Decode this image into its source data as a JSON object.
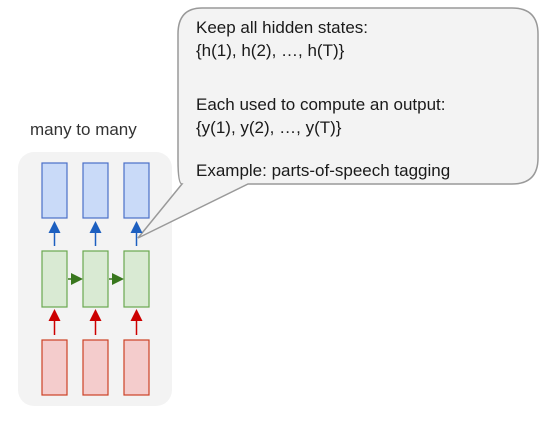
{
  "diagram": {
    "title": "many to many",
    "callout": {
      "lines": [
        "Keep all hidden states:",
        "{h(1), h(2), …, h(T)}",
        "Each used to compute an output:",
        "{y(1), y(2), …, y(T)}",
        "Example: parts-of-speech tagging"
      ]
    },
    "layers": {
      "output": {
        "name": "output-layer",
        "fill": "#c9daf8",
        "stroke": "#4a6fc8"
      },
      "hidden": {
        "name": "hidden-layer",
        "fill": "#d9ead3",
        "stroke": "#6aa84f"
      },
      "input": {
        "name": "input-layer",
        "fill": "#f4cccc",
        "stroke": "#cc4125"
      }
    },
    "arrow_colors": {
      "input_to_hidden": "#cc0000",
      "hidden_to_hidden": "#38761d",
      "hidden_to_output": "#1c5fc0"
    },
    "background_colors": {
      "panel": "#f3f3f3",
      "callout": "#f3f3f3",
      "callout_border": "#999999"
    },
    "timesteps": 3
  }
}
